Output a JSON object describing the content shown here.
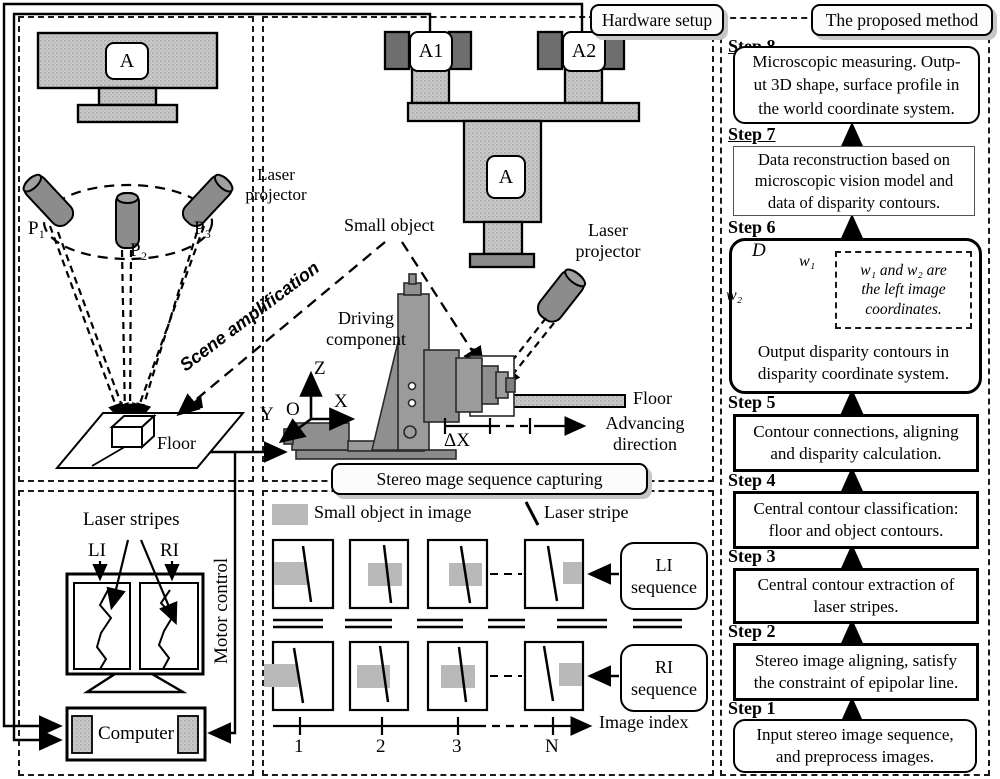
{
  "banners": {
    "hardware": "Hardware setup",
    "method": "The proposed method",
    "stereo": "Stereo mage sequence capturing"
  },
  "scene": {
    "camera_label": "A",
    "projector_label": "Laser projector",
    "p1": "P₁",
    "p2": "P₂",
    "p3": "P₃",
    "floor": "Floor",
    "amplification": "Scene amplification"
  },
  "rig": {
    "a1": "A1",
    "a2": "A2",
    "a": "A",
    "small_object": "Small object",
    "projector_label": "Laser projector",
    "driving": "Driving component",
    "floor": "Floor",
    "delta_x": "ΔX",
    "advancing": "Advancing direction",
    "axis_z": "Z",
    "axis_x": "X",
    "axis_y": "Y",
    "axis_o": "O"
  },
  "console": {
    "laser_stripes": "Laser stripes",
    "li": "LI",
    "ri": "RI",
    "motor": "Motor control",
    "computer": "Computer"
  },
  "sequence": {
    "legend_object": "Small object in image",
    "legend_stripe": "Laser stripe",
    "li_sequence": "LI sequence",
    "ri_sequence": "RI sequence",
    "image_index": "Image index",
    "ticks": [
      "1",
      "2",
      "3",
      "N"
    ]
  },
  "method": {
    "steps": [
      {
        "label": "Step 1",
        "lines": [
          "Input stereo image sequence,",
          "and preprocess images."
        ]
      },
      {
        "label": "Step 2",
        "lines": [
          "Stereo image aligning, satisfy",
          "the constraint of epipolar line."
        ]
      },
      {
        "label": "Step 3",
        "lines": [
          "Central contour extraction of",
          "laser stripes."
        ]
      },
      {
        "label": "Step 4",
        "lines": [
          "Central contour classification:",
          "floor and object contours."
        ]
      },
      {
        "label": "Step 5",
        "lines": [
          "Contour connections, aligning",
          "and disparity calculation."
        ]
      },
      {
        "label": "Step 6",
        "lines": []
      },
      {
        "label": "Step 7",
        "lines": [
          "Data reconstruction based on",
          "microscopic vision model and",
          "data of disparity contours."
        ]
      },
      {
        "label": "Step 8",
        "lines": [
          "Microscopic measuring. Outp-",
          "ut 3D shape, surface profile in",
          "the world coordinate system."
        ]
      }
    ],
    "step6": {
      "axis_d": "D",
      "axis_w1": "w₁",
      "axis_w2": "w₂",
      "note_lines": [
        "w₁ and w₂ are",
        "the left image",
        "coordinates."
      ],
      "caption_lines": [
        "Output disparity contours in",
        "disparity coordinate system."
      ]
    }
  }
}
